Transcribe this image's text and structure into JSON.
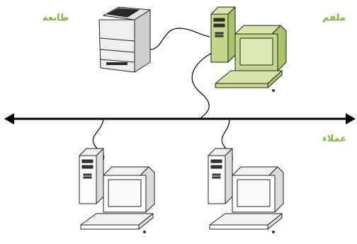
{
  "labels": {
    "printer": "طابعة",
    "server": "ملقم",
    "clients": "عملاء"
  },
  "colors": {
    "label_text": "#7fb43c",
    "server_fill": "#c2d98b",
    "client_fill": "#ffffff",
    "line": "#000000"
  },
  "icons": [
    "printer-icon",
    "server-computer-icon",
    "client-computer-icon",
    "network-line"
  ]
}
